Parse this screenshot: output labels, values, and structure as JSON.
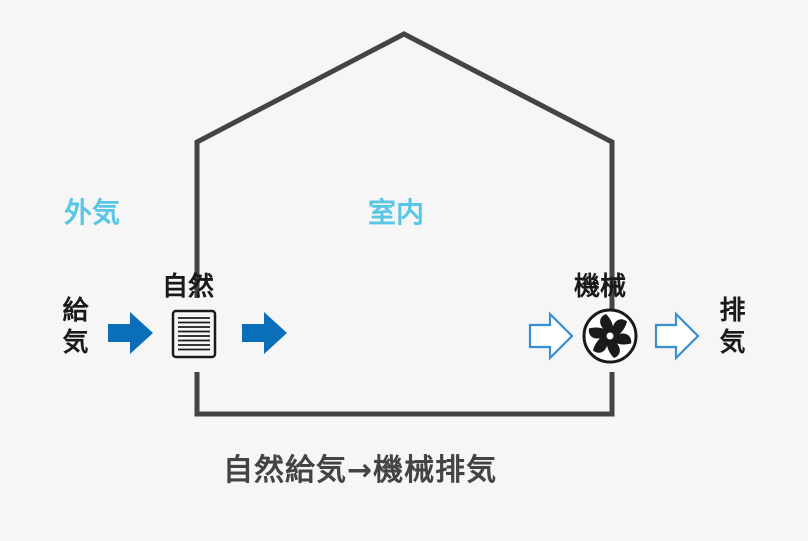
{
  "labels": {
    "outside": "外気",
    "inside": "室内",
    "natural": "自然",
    "mechanical": "機械",
    "supply": "給気",
    "exhaust": "排気",
    "caption": "自然給気→機械排気"
  },
  "icons": {
    "inlet": "louver-vent-icon",
    "fan": "exhaust-fan-icon",
    "solid_arrow": "filled-arrow-icon",
    "outline_arrow": "outline-arrow-icon"
  },
  "colors": {
    "background": "#f6f6f6",
    "house_outline": "#444444",
    "label_blue": "#59c6e6",
    "solid_arrow": "#0a6fb8",
    "outline_arrow": "#3a8fd0",
    "text_dark": "#1a1a1a"
  }
}
